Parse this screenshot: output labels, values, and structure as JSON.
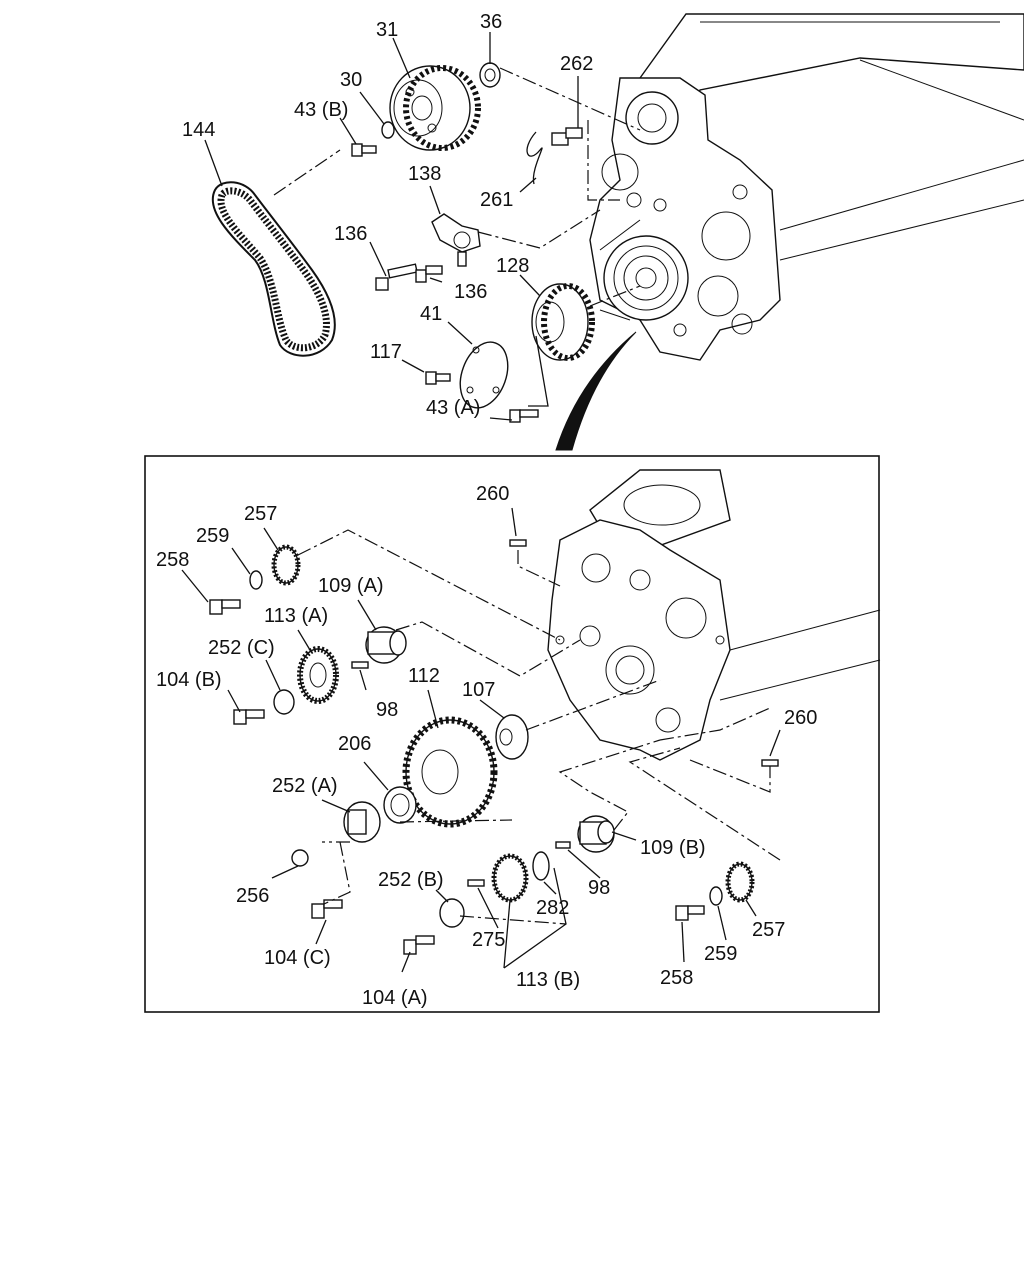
{
  "upper_diagram": {
    "labels": {
      "l31": "31",
      "l36": "36",
      "l30": "30",
      "l43b": "43 (B)",
      "l144": "144",
      "l262": "262",
      "l261": "261",
      "l138": "138",
      "l136a": "136",
      "l136b": "136",
      "l128": "128",
      "l41": "41",
      "l117": "117",
      "l43a": "43 (A)"
    }
  },
  "lower_diagram": {
    "labels": {
      "l260a": "260",
      "l257a": "257",
      "l259a": "259",
      "l258a": "258",
      "l109a": "109 (A)",
      "l113a": "113 (A)",
      "l252c": "252 (C)",
      "l104b": "104 (B)",
      "l112": "112",
      "l98a": "98",
      "l107": "107",
      "l260b": "260",
      "l206": "206",
      "l252a": "252 (A)",
      "l109b": "109 (B)",
      "l98b": "98",
      "l256": "256",
      "l252b": "252 (B)",
      "l282": "282",
      "l257b": "257",
      "l275": "275",
      "l104c": "104 (C)",
      "l259b": "259",
      "l113b": "113 (B)",
      "l258b": "258",
      "l104a": "104 (A)"
    }
  }
}
